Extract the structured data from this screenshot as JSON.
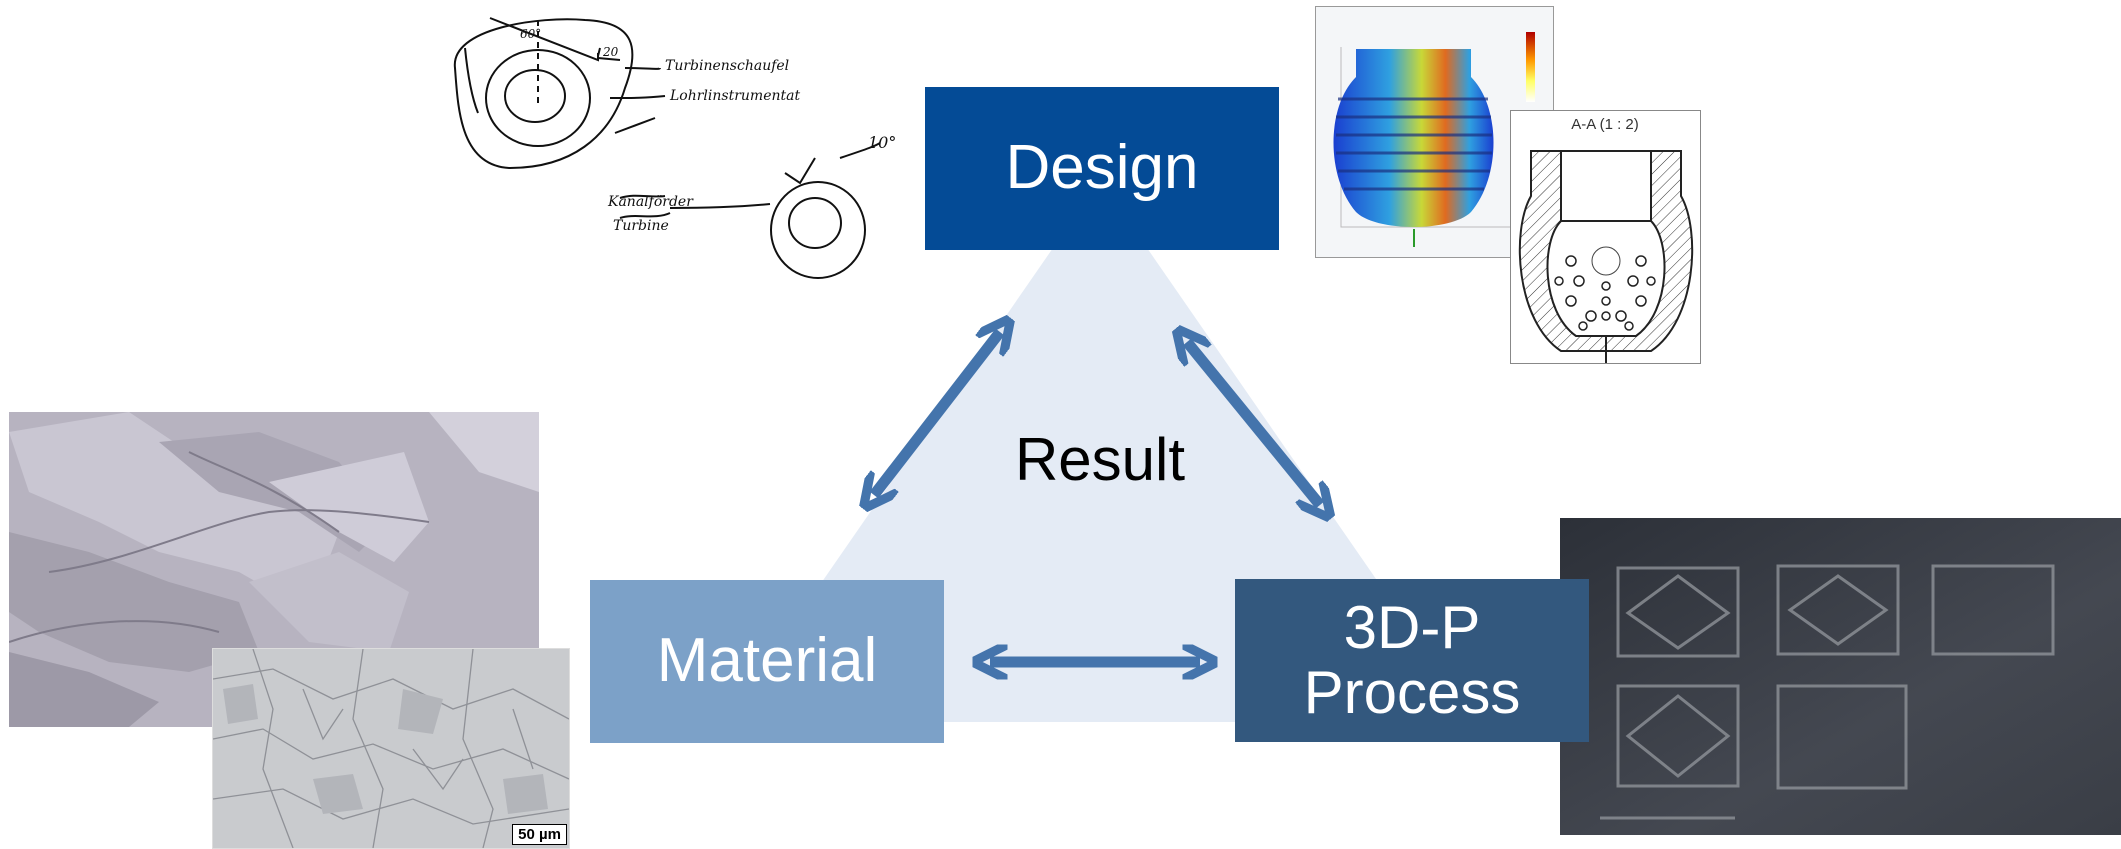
{
  "diagram": {
    "center_label": "Result",
    "nodes": {
      "design": {
        "label": "Design"
      },
      "material": {
        "label": "Material"
      },
      "process": {
        "label_line1": "3D-P",
        "label_line2": "Process"
      }
    },
    "colors": {
      "design": "#044B96",
      "material": "#7CA1C8",
      "process": "#33587E",
      "triangle": "#E4EBF5",
      "arrow": "#4474AC"
    }
  },
  "images": {
    "sketch": {
      "icon": "hand-sketch-turbine",
      "annotation": "10°"
    },
    "simulation": {
      "icon": "fem-simulation-render"
    },
    "section_drawing": {
      "icon": "cross-section-drawing",
      "label": "A-A (1 : 2)"
    },
    "sem_micrograph": {
      "icon": "sem-micrograph"
    },
    "optical_micrograph": {
      "icon": "optical-micrograph",
      "scale_label": "50 µm"
    },
    "printed_samples": {
      "icon": "printed-squares-photo"
    }
  }
}
